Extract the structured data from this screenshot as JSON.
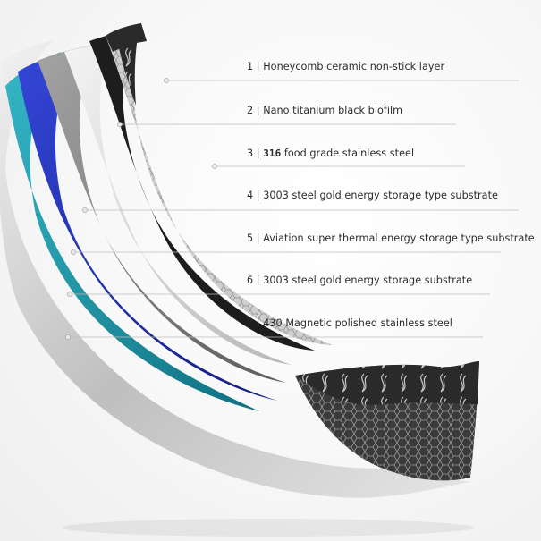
{
  "layers": [
    {
      "number": "1",
      "sep": " | ",
      "name": "Honeycomb ceramic non-stick layer",
      "color": "#2b2b2b"
    },
    {
      "number": "2",
      "sep": " | ",
      "name": "Nano titanium black biofilm",
      "color": "#1c1c1c"
    },
    {
      "number": "3",
      "sep": " | ",
      "code": "316",
      "name": "food grade stainless steel",
      "color": "#d9d9d9"
    },
    {
      "number": "4",
      "sep": " | ",
      "name": "3003 steel gold energy storage type substrate",
      "color": "#8a8a8a"
    },
    {
      "number": "5",
      "sep": " | ",
      "name": "Aviation super thermal energy storage type substrate",
      "color": "#1f2fa6"
    },
    {
      "number": "6",
      "sep": " | ",
      "name": "3003 steel gold energy storage substrate",
      "color": "#1f8fa0"
    },
    {
      "number": "7",
      "sep": " | ",
      "name": "430 Magnetic polished stainless steel",
      "color": "#c9c9c9"
    }
  ]
}
